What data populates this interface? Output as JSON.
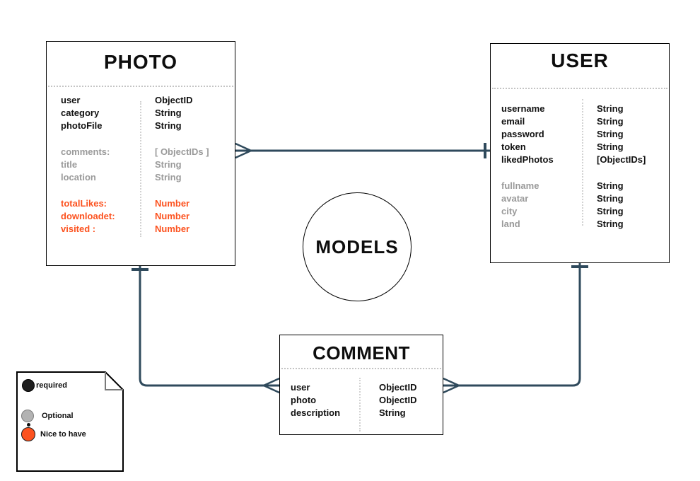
{
  "diagram": {
    "center_label": "MODELS"
  },
  "entities": {
    "photo": {
      "title": "PHOTO",
      "fields": [
        {
          "name": "user",
          "type": "ObjectID",
          "status": "required"
        },
        {
          "name": "category",
          "type": "String",
          "status": "required"
        },
        {
          "name": "photoFile",
          "type": "String",
          "status": "required"
        },
        {
          "name": "comments:",
          "type": "[ ObjectIDs ]",
          "status": "optional"
        },
        {
          "name": "title",
          "type": "String",
          "status": "optional"
        },
        {
          "name": "location",
          "type": "String",
          "status": "optional"
        },
        {
          "name": "totalLikes:",
          "type": "Number",
          "status": "nice-to-have"
        },
        {
          "name": "downloadet:",
          "type": "Number",
          "status": "nice-to-have"
        },
        {
          "name": "visited :",
          "type": "Number",
          "status": "nice-to-have"
        }
      ]
    },
    "user": {
      "title": "USER",
      "fields": [
        {
          "name": "username",
          "type": "String",
          "status": "required"
        },
        {
          "name": "email",
          "type": "String",
          "status": "required"
        },
        {
          "name": "password",
          "type": "String",
          "status": "required"
        },
        {
          "name": "token",
          "type": "String",
          "status": "required"
        },
        {
          "name": "likedPhotos",
          "type": "[ObjectIDs]",
          "status": "required"
        },
        {
          "name": "fullname",
          "type": "String",
          "status": "optional"
        },
        {
          "name": "avatar",
          "type": "String",
          "status": "optional"
        },
        {
          "name": "city",
          "type": "String",
          "status": "optional"
        },
        {
          "name": "land",
          "type": "String",
          "status": "optional"
        }
      ]
    },
    "comment": {
      "title": "COMMENT",
      "fields": [
        {
          "name": "user",
          "type": "ObjectID",
          "status": "required"
        },
        {
          "name": "photo",
          "type": "ObjectID",
          "status": "required"
        },
        {
          "name": "description",
          "type": "String",
          "status": "required"
        }
      ]
    }
  },
  "relationships": [
    {
      "from": "PHOTO",
      "to": "USER",
      "from_end": "many (crow's foot)",
      "to_end": "one (tick)"
    },
    {
      "from": "PHOTO",
      "to": "COMMENT",
      "from_end": "one (tick)",
      "to_end": "many (crow's foot)"
    },
    {
      "from": "USER",
      "to": "COMMENT",
      "from_end": "one (tick)",
      "to_end": "many (crow's foot)"
    }
  ],
  "legend": {
    "items": [
      {
        "label": "required",
        "color": "#1f1f1f"
      },
      {
        "label": "Optional",
        "color": "#b3b3b3"
      },
      {
        "label": "Nice to have",
        "color": "#fc521f"
      }
    ]
  },
  "colors": {
    "required_text": "#111111",
    "optional_text": "#9a9a9a",
    "nice_to_have_text": "#fc521f",
    "connector": "#2f4a5c",
    "box_border": "#000000"
  }
}
